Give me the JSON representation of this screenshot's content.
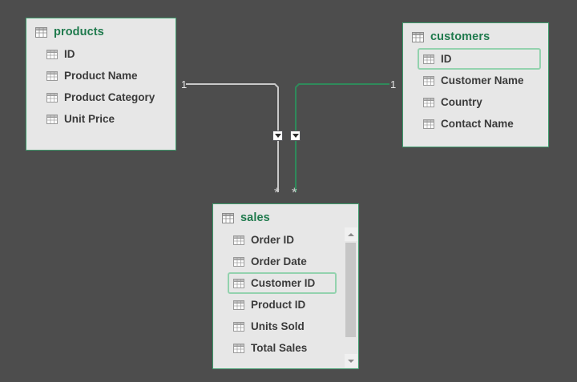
{
  "canvas": {
    "background_color": "#4d4d4d",
    "card_background_color": "#e7e7e7",
    "card_border_color": "#3f9c6d",
    "title_color": "#1f7a4d",
    "field_text_color": "#3b3b3b",
    "highlight_border_color": "#93d2ae",
    "relationship_inactive_color": "#c9c9c9",
    "relationship_active_color": "#2f8a5b"
  },
  "tables": [
    {
      "id": "products",
      "title": "products",
      "icon": "table-grid-icon",
      "fields": [
        {
          "label": "ID",
          "icon": "table-grid-icon",
          "selected": false
        },
        {
          "label": "Product Name",
          "icon": "table-grid-icon",
          "selected": false
        },
        {
          "label": "Product Category",
          "icon": "table-grid-icon",
          "selected": false
        },
        {
          "label": "Unit Price",
          "icon": "table-grid-icon",
          "selected": false
        }
      ],
      "has_scrollbar": false
    },
    {
      "id": "customers",
      "title": "customers",
      "icon": "table-grid-icon",
      "fields": [
        {
          "label": "ID",
          "icon": "table-grid-icon",
          "selected": true
        },
        {
          "label": "Customer Name",
          "icon": "table-grid-icon",
          "selected": false
        },
        {
          "label": "Country",
          "icon": "table-grid-icon",
          "selected": false
        },
        {
          "label": "Contact Name",
          "icon": "table-grid-icon",
          "selected": false
        }
      ],
      "has_scrollbar": false
    },
    {
      "id": "sales",
      "title": "sales",
      "icon": "table-grid-icon",
      "fields": [
        {
          "label": "Order ID",
          "icon": "table-grid-icon",
          "selected": false
        },
        {
          "label": "Order Date",
          "icon": "table-grid-icon",
          "selected": false
        },
        {
          "label": "Customer ID",
          "icon": "table-grid-icon",
          "selected": true
        },
        {
          "label": "Product ID",
          "icon": "table-grid-icon",
          "selected": false
        },
        {
          "label": "Units Sold",
          "icon": "table-grid-icon",
          "selected": false
        },
        {
          "label": "Total Sales",
          "icon": "table-grid-icon",
          "selected": false
        }
      ],
      "has_scrollbar": true,
      "scrollbar": {
        "up_arrow_icon": "chevron-up-icon",
        "down_arrow_icon": "chevron-down-icon"
      }
    }
  ],
  "relationships": [
    {
      "id": "products-to-sales",
      "from_table": "products",
      "to_table": "sales",
      "from_cardinality": "1",
      "to_cardinality": "*",
      "cross_filter_icon": "filter-direction-down-icon",
      "state": "inactive",
      "color": "#c9c9c9"
    },
    {
      "id": "customers-to-sales",
      "from_table": "customers",
      "to_table": "sales",
      "from_cardinality": "1",
      "to_cardinality": "*",
      "cross_filter_icon": "filter-direction-down-icon",
      "state": "highlighted",
      "color": "#2f8a5b"
    }
  ]
}
